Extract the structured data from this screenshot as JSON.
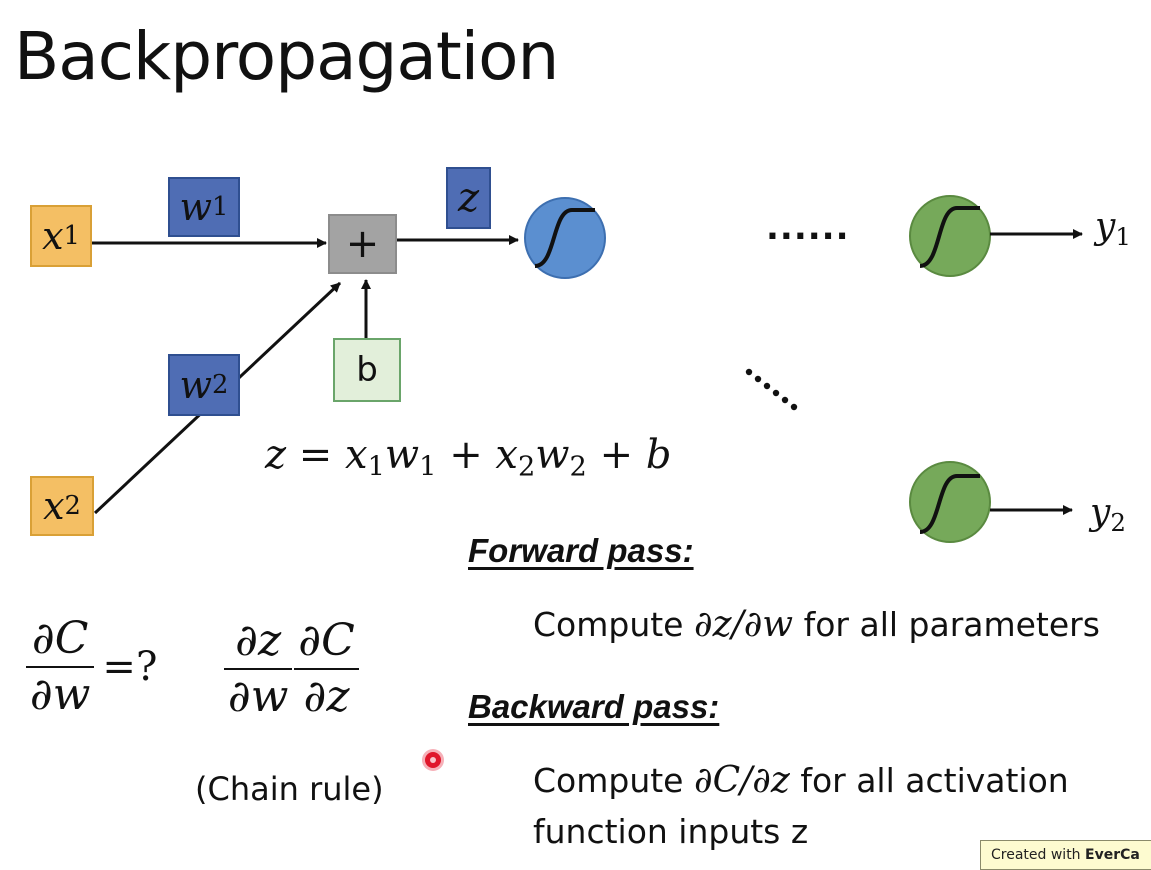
{
  "slide": {
    "title": "Backpropagation"
  },
  "diagram": {
    "inputs": [
      {
        "var": "x",
        "sub": "1"
      },
      {
        "var": "x",
        "sub": "2"
      }
    ],
    "weights": [
      {
        "var": "w",
        "sub": "1"
      },
      {
        "var": "w",
        "sub": "2"
      }
    ],
    "sum_symbol": "+",
    "bias_label": "b",
    "z_label": "z",
    "ellipsis": "......",
    "outputs": [
      {
        "var": "y",
        "sub": "1"
      },
      {
        "var": "y",
        "sub": "2"
      }
    ],
    "equation": {
      "lhs": "z",
      "eq": "=",
      "t1a": "x",
      "t1a_sub": "1",
      "t1b": "w",
      "t1b_sub": "1",
      "plus1": "+",
      "t2a": "x",
      "t2a_sub": "2",
      "t2b": "w",
      "t2b_sub": "2",
      "plus2": "+",
      "t3": "b"
    },
    "colors": {
      "input_fill": "#f4bf64",
      "weight_fill": "#4f6db4",
      "sum_fill": "#a3a3a3",
      "bias_fill": "#e2efda",
      "neuron_blue": "#5b8fd0",
      "neuron_green": "#76a95a"
    }
  },
  "derivative": {
    "num": "∂C",
    "den": "∂w",
    "eq_q": "=?",
    "chain_num1": "∂z",
    "chain_den1": "∂w",
    "chain_num2": "∂C",
    "chain_den2": "∂z",
    "chain_caption": "(Chain rule)"
  },
  "forward": {
    "heading": "Forward pass:",
    "text_before": "Compute ",
    "math": "∂z/∂w",
    "text_after": " for all parameters"
  },
  "backward": {
    "heading": "Backward pass:",
    "text_before": "Compute ",
    "math": "∂C/∂z",
    "text_after": " for all activation",
    "line2": "function inputs z"
  },
  "watermark": {
    "prefix": "Created with ",
    "brand": "EverCa"
  }
}
